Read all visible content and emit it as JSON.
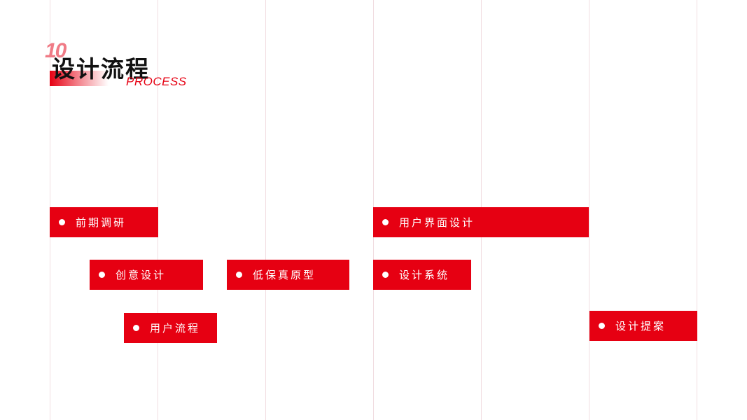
{
  "header": {
    "section_number": "10",
    "title": "设计流程",
    "subtitle": "PROCESS"
  },
  "stages": [
    {
      "label": "前期调研"
    },
    {
      "label": "创意设计"
    },
    {
      "label": "用户流程"
    },
    {
      "label": "低保真原型"
    },
    {
      "label": "用户界面设计"
    },
    {
      "label": "设计系统"
    },
    {
      "label": "设计提案"
    }
  ],
  "colors": {
    "accent": "#e60012",
    "grid_line": "#f1dde1",
    "title_text": "#111111",
    "bar_text": "#ffffff"
  }
}
